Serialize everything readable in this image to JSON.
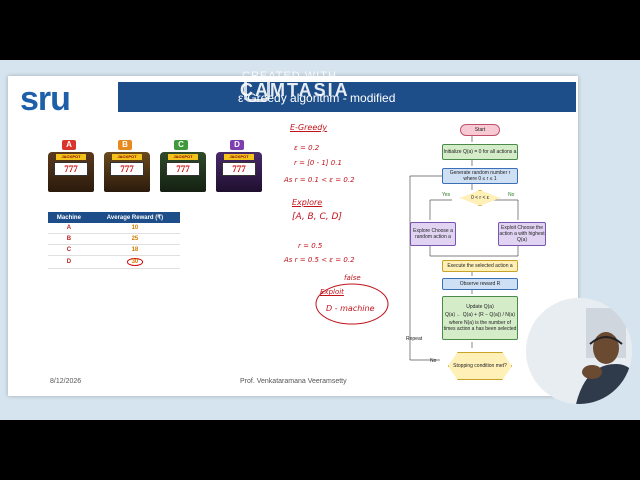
{
  "slide": {
    "logo": "sru",
    "title": "ε-Greedy algorithm - modified",
    "watermark_top": "CREATED WITH",
    "watermark_brand": "CAMTASIA",
    "date": "8/12/2026",
    "presenter": "Prof. Venkataramana Veeramsetty"
  },
  "machines": [
    {
      "label": "A",
      "color": "#d9352b",
      "screen": "777",
      "jackpot": "JACKPOT"
    },
    {
      "label": "B",
      "color": "#e8891e",
      "screen": "777",
      "jackpot": "JACKPOT"
    },
    {
      "label": "C",
      "color": "#3e9a3a",
      "screen": "777",
      "jackpot": "JACKPOT"
    },
    {
      "label": "D",
      "color": "#7d3fb0",
      "screen": "777",
      "jackpot": "JACKPOT"
    }
  ],
  "reward_table": {
    "headers": [
      "Machine",
      "Average Reward (₹)"
    ],
    "rows": [
      {
        "machine": "A",
        "reward": "10"
      },
      {
        "machine": "B",
        "reward": "25"
      },
      {
        "machine": "C",
        "reward": "18"
      },
      {
        "machine": "D",
        "reward": "30"
      }
    ]
  },
  "handwriting": {
    "heading": "E-Greedy",
    "line1": "ε = 0.2",
    "line2": "r = [0 - 1]   0.1",
    "line3": "As r = 0.1 < ε = 0.2",
    "explore": "Explore",
    "set": "[A, B, C, D]",
    "line4": "r = 0.5",
    "line5": "As r = 0.5 < ε = 0.2",
    "false_label": "false",
    "exploit": "Exploit",
    "result": "D - machine"
  },
  "flowchart": {
    "start": "Start",
    "init": "Initialize Q(a) = 0 for all actions a",
    "gen": "Generate random number r where 0 ≤ r ≤ 1",
    "cond": "0 < r < ε",
    "yes": "Yes",
    "no": "No",
    "explore": "Explore Choose a random action a",
    "exploit": "Exploit Choose the action a with highest Q(a)",
    "execute": "Execute the selected action a",
    "observe": "Observe reward R",
    "update_title": "Update Q(a)",
    "update_formula": "Q(a) ← Q(a) + (R − Q(a)) / N(a)",
    "update_note": "where N(a) is the number of times action a has been selected",
    "stop": "Stopping condition met?",
    "repeat": "Repeat",
    "no2": "No"
  },
  "colors": {
    "brand": "#1d5fa8",
    "band": "#1d4e89",
    "ink": "#c0141b"
  }
}
